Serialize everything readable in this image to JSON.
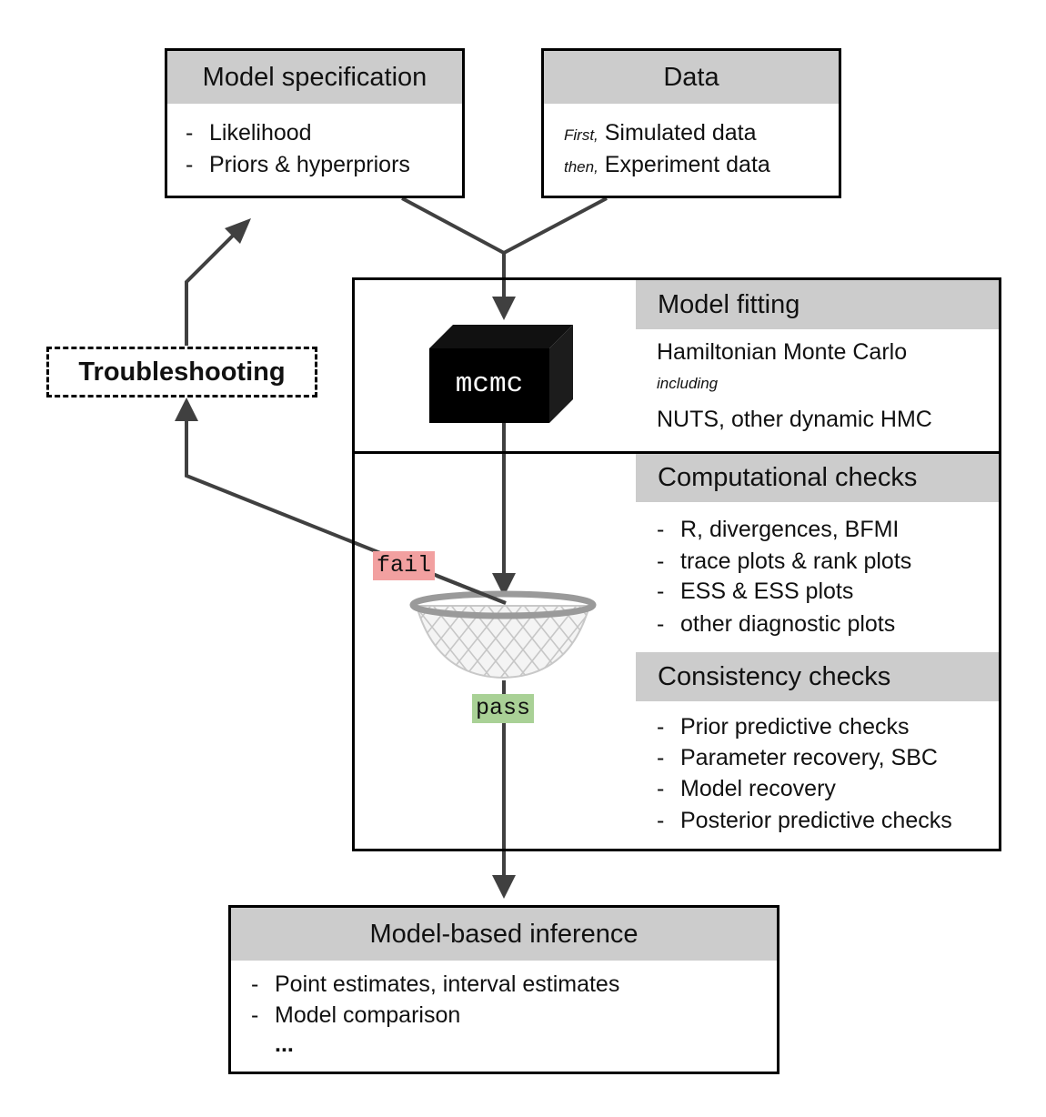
{
  "colors": {
    "header_fill": "#cccccc",
    "line": "#404040",
    "fail_tag": "#f2a0a0",
    "pass_tag": "#a9d196",
    "black_box": "#000000",
    "filter_rim": "#9a9a9a"
  },
  "icons": {
    "mcmc_box": "black-cube",
    "filter": "sieve-net"
  },
  "model_spec": {
    "title": "Model specification",
    "items": [
      "Likelihood",
      "Priors & hyperpriors"
    ]
  },
  "data_box": {
    "title": "Data",
    "line1_prefix": "First,",
    "line1_text": "Simulated data",
    "line2_prefix": "then,",
    "line2_text": "Experiment data"
  },
  "troubleshooting": {
    "label": "Troubleshooting"
  },
  "mcmc": {
    "label": "mcmc"
  },
  "model_fitting": {
    "title": "Model fitting",
    "line1": "Hamiltonian Monte Carlo",
    "line2": "including",
    "line3": "NUTS, other dynamic HMC"
  },
  "computational_checks": {
    "title": "Computational checks",
    "items": [
      "R, divergences, BFMI",
      "trace plots & rank plots",
      "ESS & ESS plots",
      "other diagnostic plots"
    ]
  },
  "consistency_checks": {
    "title": "Consistency checks",
    "items": [
      "Prior predictive checks",
      "Parameter recovery, SBC",
      "Model recovery",
      "Posterior predictive checks"
    ]
  },
  "tags": {
    "fail": "fail",
    "pass": "pass"
  },
  "inference": {
    "title": "Model-based inference",
    "items": [
      "Point estimates, interval estimates",
      "Model comparison"
    ],
    "ellipsis": "..."
  }
}
